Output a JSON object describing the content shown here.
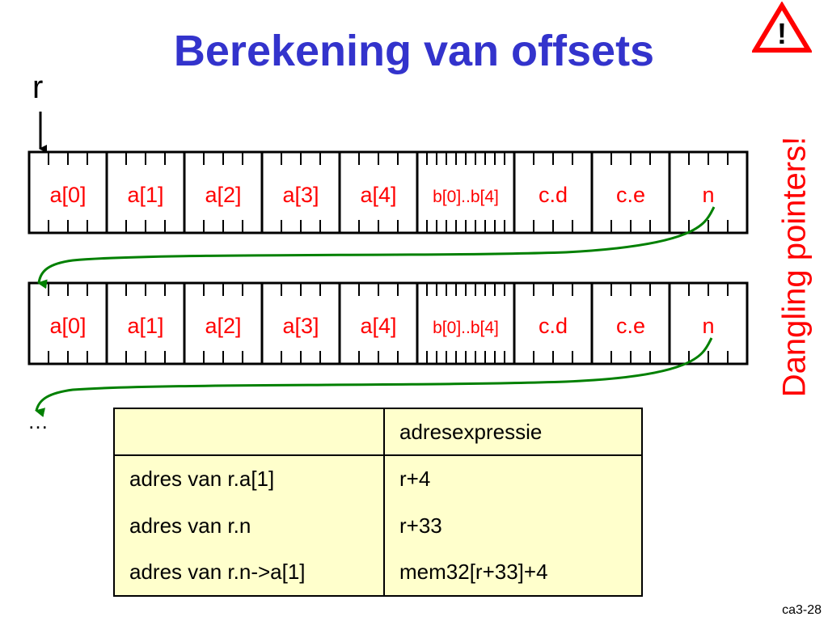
{
  "slide": {
    "title": "Berekening van offsets",
    "pointer_label": "r",
    "side_note": "Dangling pointers!",
    "ellipsis": "…",
    "footer": "ca3-28",
    "warning_symbol": "!"
  },
  "record_fields": [
    "a[0]",
    "a[1]",
    "a[2]",
    "a[3]",
    "a[4]",
    "b[0]..b[4]",
    "c.d",
    "c.e",
    "n"
  ],
  "table": {
    "header": [
      "",
      "adresexpressie"
    ],
    "rows": [
      [
        "adres van r.a[1]",
        "r+4"
      ],
      [
        "adres van r.n",
        "r+33"
      ],
      [
        "adres van r.n->a[1]",
        "mem32[r+33]+4"
      ]
    ]
  },
  "colors": {
    "title": "#3333cc",
    "field_text": "#ff0000",
    "arrow": "#008000",
    "warning": "#ff0000",
    "table_bg": "#ffffcc"
  }
}
